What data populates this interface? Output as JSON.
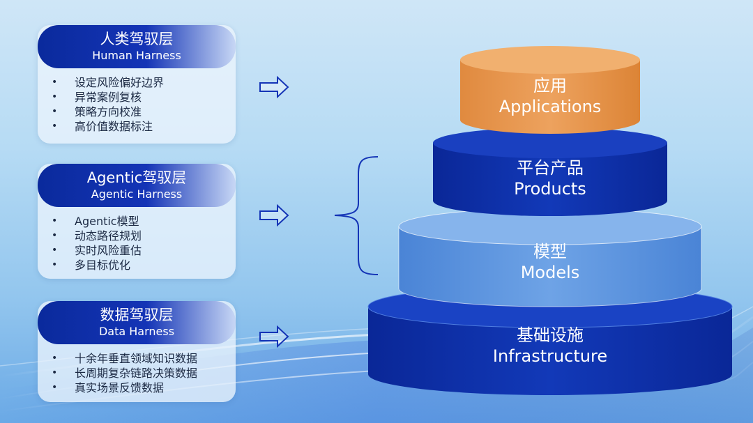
{
  "layers": [
    {
      "title_cn": "人类驾驭层",
      "title_en": "Human Harness",
      "items": [
        "设定风险偏好边界",
        "异常案例复核",
        "策略方向校准",
        "高价值数据标注"
      ]
    },
    {
      "title_cn": "Agentic驾驭层",
      "title_en": "Agentic Harness",
      "items": [
        "Agentic模型",
        "动态路径规划",
        "实时风险重估",
        "多目标优化"
      ]
    },
    {
      "title_cn": "数据驾驭层",
      "title_en": "Data Harness",
      "items": [
        "十余年垂直领域知识数据",
        "长周期复杂链路决策数据",
        "真实场景反馈数据"
      ]
    }
  ],
  "stack": [
    {
      "cn": "应用",
      "en": "Applications",
      "color": "#e89a52"
    },
    {
      "cn": "平台产品",
      "en": "Products",
      "color": "#0c2fa8"
    },
    {
      "cn": "模型",
      "en": "Models",
      "color": "#5b93dc"
    },
    {
      "cn": "基础设施",
      "en": "Infrastructure",
      "color": "#0c2fa8"
    }
  ],
  "colors": {
    "panel_header": "#0a2a9c",
    "arrow": "#1434b6",
    "brace": "#1434b6"
  },
  "icons": [
    "arrow-right-icon",
    "curly-brace"
  ]
}
